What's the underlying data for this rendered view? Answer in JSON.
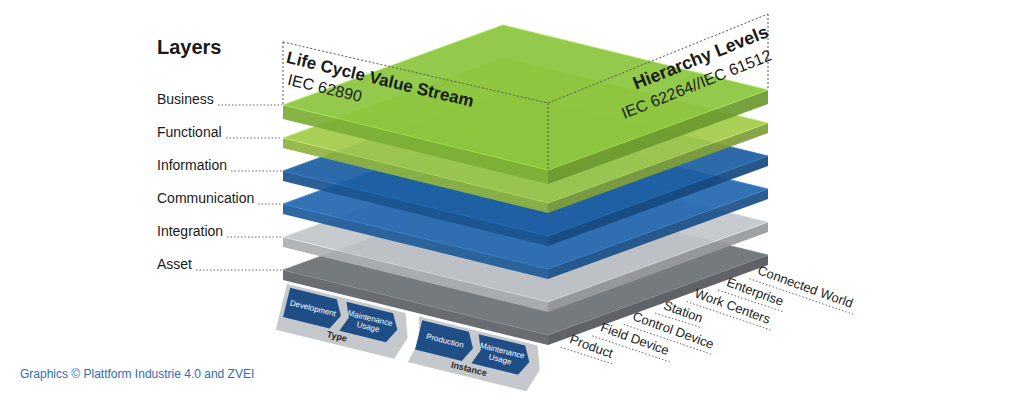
{
  "diagram": {
    "title": "Layers",
    "nodes": [
      {
        "text": [
          "Type"
        ]
      },
      {
        "text": [
          "Development"
        ],
        "in": 0
      },
      {
        "text": [
          "Maintenance Usage"
        ],
        "in": 0
      },
      {
        "text": [
          "Instance"
        ]
      },
      {
        "text": [
          "Production"
        ],
        "in": 3
      },
      {
        "text": [
          "Maintenance Usage"
        ],
        "in": 3
      }
    ],
    "labels": [
      "Business",
      "Functional",
      "Information",
      "Communication",
      "Integration",
      "Asset",
      "Life Cycle Value Stream",
      "IEC 62890",
      "Hierarchy Levels",
      "IEC 62264//IEC 61512",
      "Connected World",
      "Enterprise",
      "Work Centers",
      "Station",
      "Control Device",
      "Field Device",
      "Product",
      "Graphics © Plattform Industrie 4.0 and ZVEI"
    ]
  }
}
